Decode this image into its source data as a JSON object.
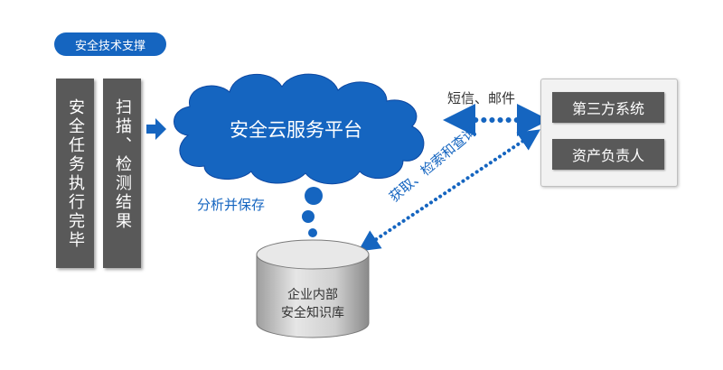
{
  "badge": {
    "label": "安全技术支撑"
  },
  "columns": [
    {
      "label": "安全任务执行完毕"
    },
    {
      "label": "扫描、检测结果"
    }
  ],
  "cloud": {
    "label": "安全云服务平台"
  },
  "notify": {
    "label": "短信、邮件"
  },
  "save": {
    "label": "分析并保存"
  },
  "fetch": {
    "label": "获取、检索和查询"
  },
  "third_party": {
    "items": [
      {
        "label": "第三方系统"
      },
      {
        "label": "资产负责人"
      }
    ]
  },
  "database": {
    "line1": "企业内部",
    "line2": "安全知识库"
  },
  "colors": {
    "accent": "#1565c0",
    "cloud": "#1565c0",
    "dark_box": "#595959",
    "panel": "#f2f2f2"
  }
}
